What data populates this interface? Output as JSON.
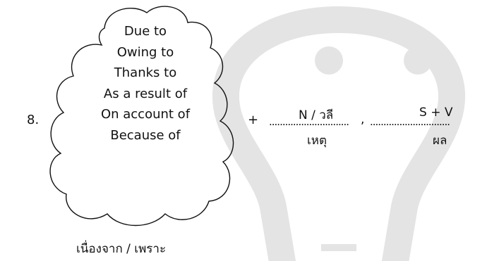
{
  "item_number": "8.",
  "cloud": {
    "phrases": [
      "Due to",
      "Owing to",
      "Thanks to",
      "As a result of",
      "On account of",
      "Because of"
    ],
    "caption": "เนื่องจาก / เพราะ"
  },
  "formula": {
    "plus": "+",
    "blank_1": "..............................",
    "label_top_1": "N / วลี",
    "label_bottom_1": "เหตุ",
    "comma": ",",
    "blank_2": "..............................",
    "label_top_2": "S + V",
    "label_bottom_2": "ผล"
  },
  "colors": {
    "watermark": "#e4e4e4",
    "ink": "#111111"
  }
}
